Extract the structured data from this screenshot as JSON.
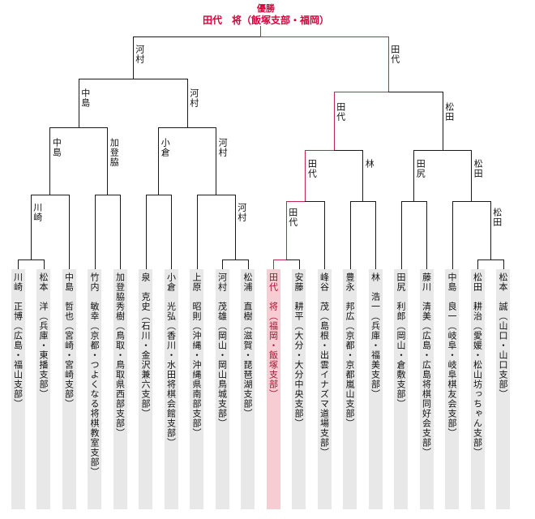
{
  "header": {
    "champion_label": "優勝",
    "champion_name": "田代　将（飯塚支部・福岡）"
  },
  "players": [
    "川崎　正博（広島・福山支部）",
    "松本　洋（兵庫・東播支部）",
    "中島　哲也（宮崎・宮崎支部）",
    "竹内　敏幸（京都・つよくなる将棋教室支部）",
    "加登脇秀樹（鳥取・鳥取県西部支部）",
    "泉　克史（石川・金沢兼六支部）",
    "小倉　光弘（香川・水田将棋会館支部）",
    "上原　昭則（沖縄・沖縄県南部支部）",
    "河村　茂雄（岡山・岡山鳥城支部）",
    "松浦　直樹（滋賀・琵琶湖支部）",
    "田代　将（福岡・飯塚支部）",
    "安藤　耕平（大分・大分中央支部）",
    "峰谷　茂（島根・出雲イナズマ道場支部）",
    "豊永　邦広（京都・京都嵐山支部）",
    "林　浩一（兵庫・福美支部）",
    "田尻　利郎（岡山・倉敷支部）",
    "藤川　清美（広島・広島将棋同好会支部）",
    "中島　良一（岐阜・岐阜棋友会支部）",
    "松田　耕治（愛媛・松山坊っちゃん支部）",
    "松本　誠（山口・山口支部）"
  ],
  "champion_player_index": 10,
  "advancers": {
    "round1": [
      "川崎",
      "河村",
      "田代",
      "松田"
    ],
    "round2": [
      "中島",
      "加登脇",
      "小倉",
      "河村",
      "田代",
      "林",
      "田尻",
      "松田"
    ],
    "quarterfinals": [
      "中島",
      "河村",
      "田代",
      "松田"
    ],
    "semifinals": [
      "河村",
      "田代"
    ]
  },
  "colors": {
    "accent_red_text": "#d7003a",
    "winner_path_line": "#c22750",
    "highlight_column_bg": "#f6cdd3",
    "highlight_column_text": "#a31532",
    "column_bg": "#e8e8e8",
    "line_color": "#1a1a1a"
  }
}
